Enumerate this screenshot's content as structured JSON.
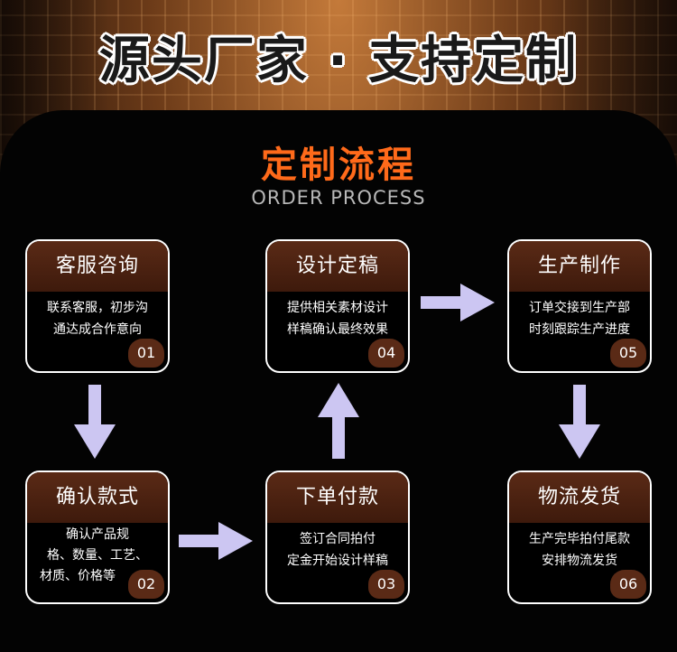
{
  "header": {
    "headline": "源头厂家 · 支持定制"
  },
  "process": {
    "title": "定制流程",
    "subtitle": "ORDER PROCESS",
    "steps": [
      {
        "title": "客服咨询",
        "line1": "联系客服，初步沟",
        "line2": "通达成合作意向",
        "line3": "",
        "number": "01"
      },
      {
        "title": "确认款式",
        "line1": "确认产品规",
        "line2": "格、数量、工艺、",
        "line3": "材质、价格等",
        "number": "02"
      },
      {
        "title": "下单付款",
        "line1": "签订合同拍付",
        "line2": "定金开始设计样稿",
        "line3": "",
        "number": "03"
      },
      {
        "title": "设计定稿",
        "line1": "提供相关素材设计",
        "line2": "样稿确认最终效果",
        "line3": "",
        "number": "04"
      },
      {
        "title": "生产制作",
        "line1": "订单交接到生产部",
        "line2": "时刻跟踪生产进度",
        "line3": "",
        "number": "05"
      },
      {
        "title": "物流发货",
        "line1": "生产完毕拍付尾款",
        "line2": "安排物流发货",
        "line3": "",
        "number": "06"
      }
    ]
  },
  "colors": {
    "accent": "#ff6a1a",
    "card_header": "#4a2010",
    "arrow": "#ccc6f2"
  }
}
